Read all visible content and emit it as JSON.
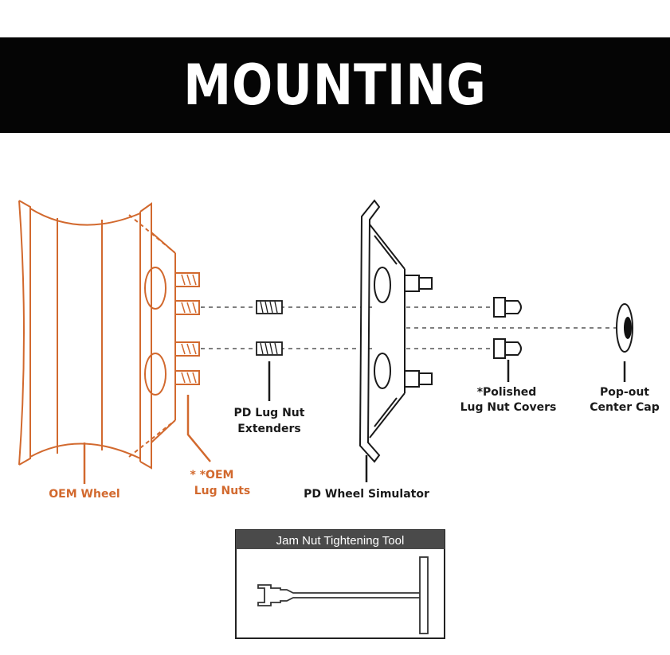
{
  "title": "MOUNTING DIAGRAM",
  "colors": {
    "banner_bg": "#050505",
    "banner_text": "#ffffff",
    "oem_parts": "#d2692e",
    "pd_parts": "#1a1a1a",
    "tool_header_bg": "#4a4a4a"
  },
  "labels": {
    "oem_wheel": "OEM Wheel",
    "oem_lug_nuts_line1": "* *OEM",
    "oem_lug_nuts_line2": "Lug Nuts",
    "pd_extenders_line1": "PD Lug Nut",
    "pd_extenders_line2": "Extenders",
    "pd_simulator": "PD Wheel Simulator",
    "covers_line1": "*Polished",
    "covers_line2": "Lug Nut Covers",
    "center_cap_line1": "Pop-out",
    "center_cap_line2": "Center Cap"
  },
  "tool": {
    "title": "Jam Nut Tightening Tool"
  },
  "icons": [
    "oem-wheel-icon",
    "lug-nut-icon",
    "extender-icon",
    "wheel-simulator-icon",
    "lug-nut-cover-icon",
    "center-cap-icon",
    "t-handle-tool-icon"
  ]
}
